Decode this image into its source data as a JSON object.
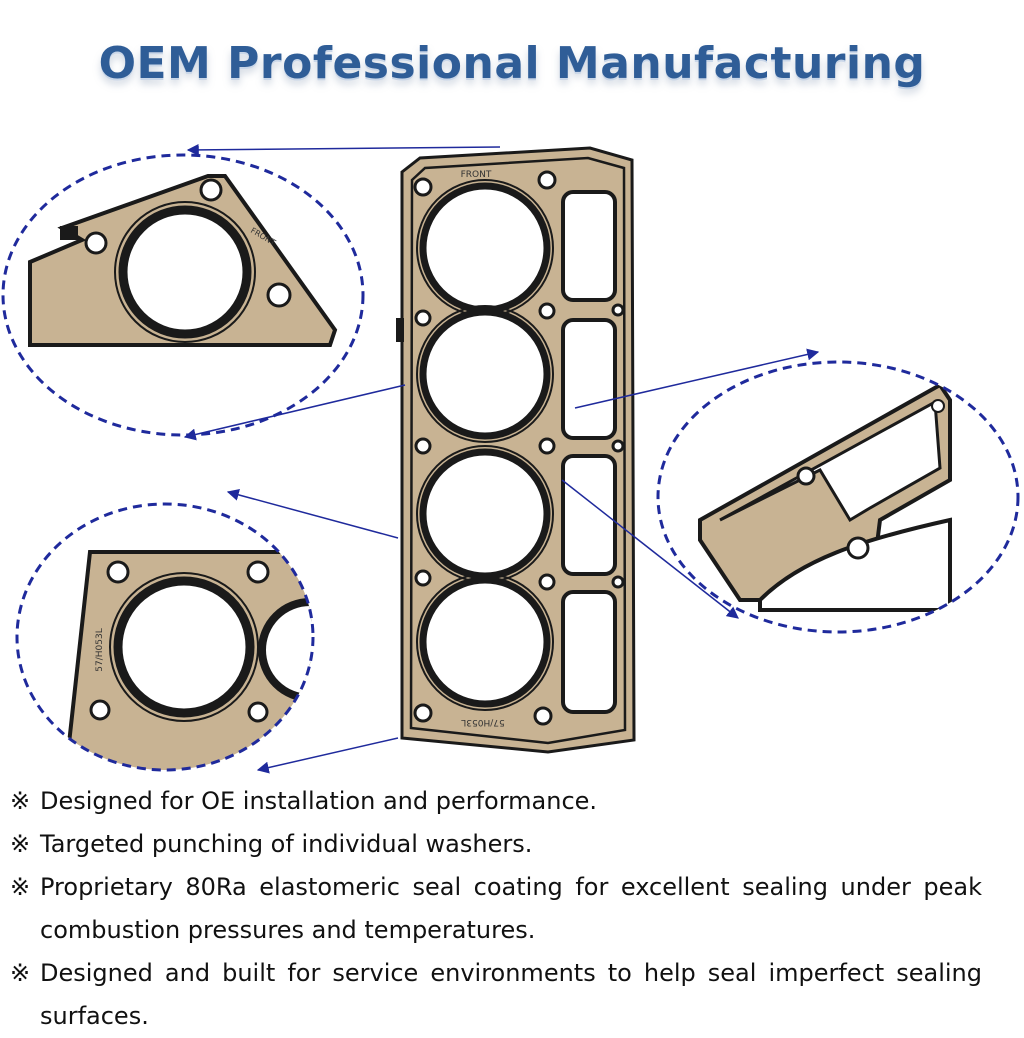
{
  "title": "OEM Professional Manufacturing",
  "gasket": {
    "front_label": "FRONT",
    "part_code": "57/H053L"
  },
  "bullet_mark": "※",
  "features": [
    {
      "text": "Designed for OE installation and performance."
    },
    {
      "text": "Targeted punching of individual washers."
    },
    {
      "text": "Proprietary 80Ra elastomeric seal coating for excellent sealing under peak combustion pressures and temperatures."
    },
    {
      "text": "Designed and built for service environments to help seal imperfect sealing surfaces."
    }
  ],
  "colors": {
    "title": "#2f5d97",
    "callout": "#1f2a9c",
    "gasket_metal": "#c8b393",
    "gasket_bead": "#1a1a1a"
  }
}
